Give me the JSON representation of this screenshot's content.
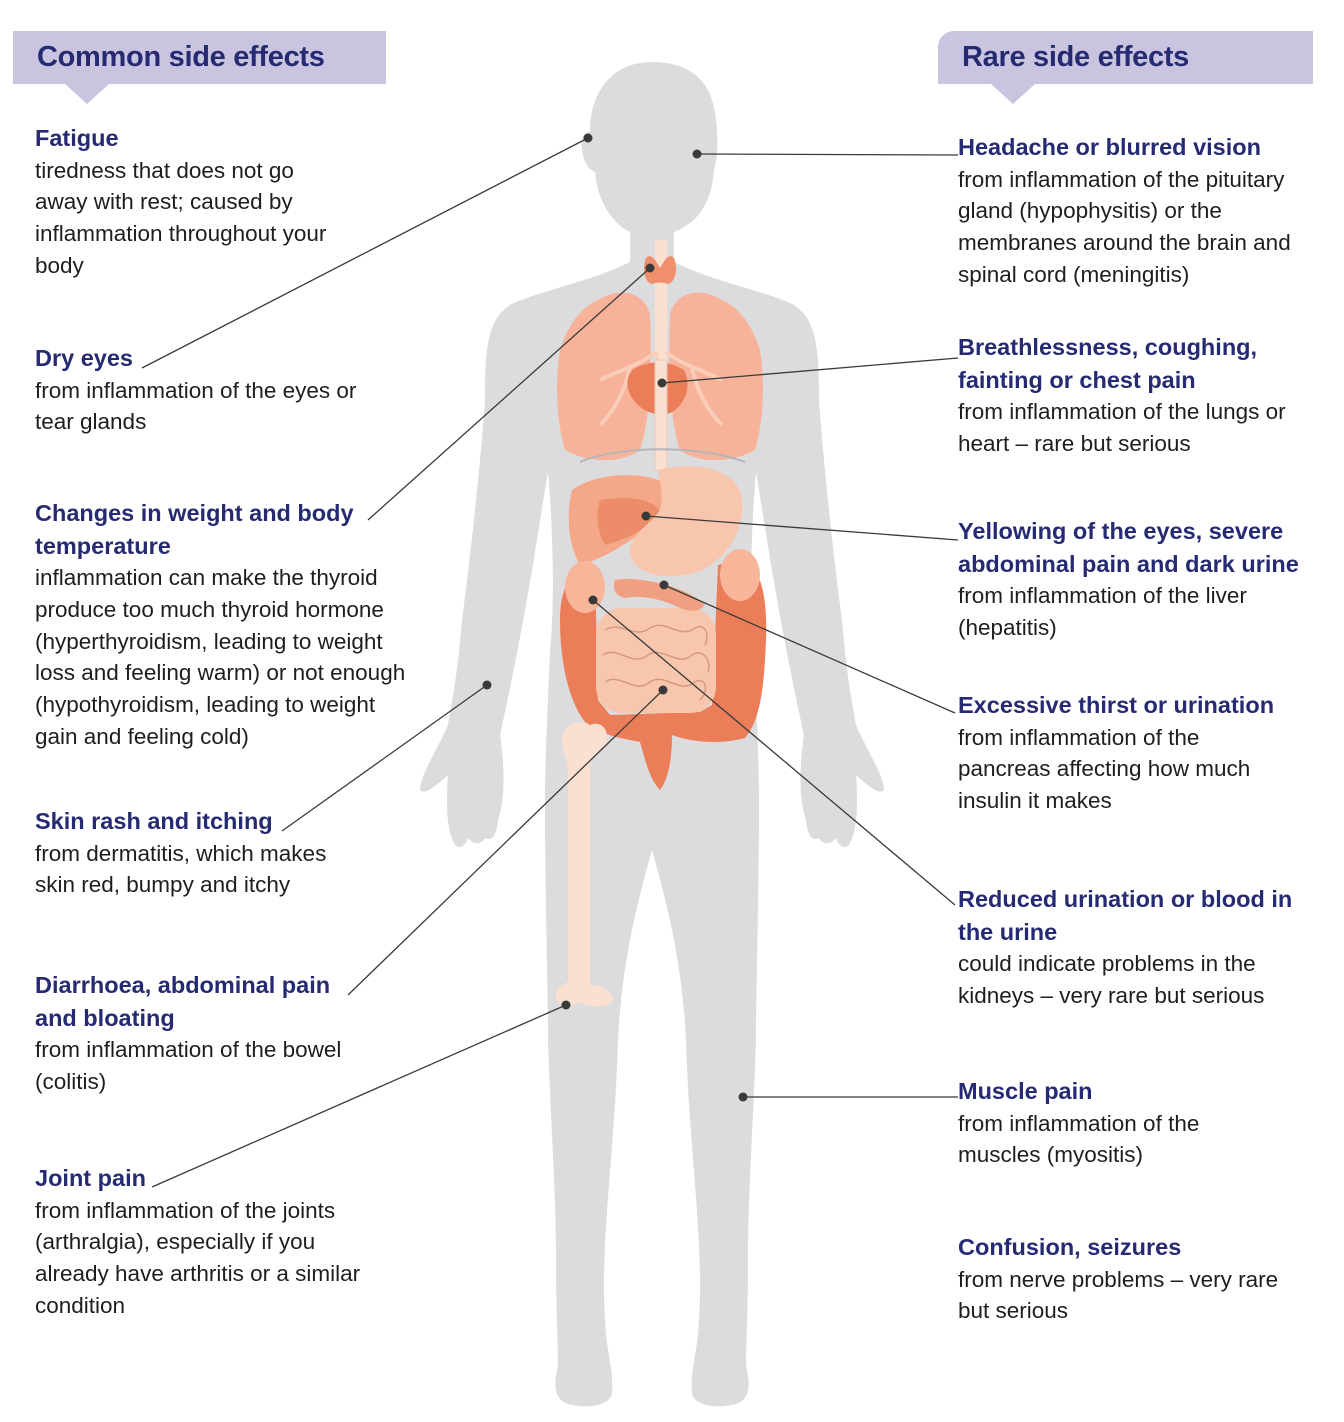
{
  "common_header": "Common side effects",
  "rare_header": "Rare side effects",
  "common_effects": [
    {
      "title": "Fatigue",
      "desc": "tiredness that does not go away with rest; caused by inflammation throughout your body"
    },
    {
      "title": "Dry eyes",
      "desc": "from inflammation of the eyes or tear glands"
    },
    {
      "title": "Changes in weight and body temperature",
      "desc": "inflammation can make the thyroid produce too much thyroid hormone (hyperthyroidism, leading to weight loss and feeling warm) or not enough (hypothyroidism, leading to weight gain and feeling cold)"
    },
    {
      "title": "Skin rash and itching",
      "desc": "from dermatitis, which makes skin red, bumpy and itchy"
    },
    {
      "title": "Diarrhoea, abdominal pain and bloating",
      "desc": "from inflammation of the bowel (colitis)"
    },
    {
      "title": "Joint pain",
      "desc": "from inflammation of the joints (arthralgia), especially if you already have arthritis or a similar condition"
    }
  ],
  "rare_effects": [
    {
      "title": "Headache or blurred vision",
      "desc": "from inflammation of the pituitary gland (hypophysitis) or the membranes around the brain and spinal cord (meningitis)"
    },
    {
      "title": "Breathlessness, coughing, fainting or chest pain",
      "desc": "from inflammation of the lungs or heart – rare but serious"
    },
    {
      "title": "Yellowing of the eyes, severe abdominal pain and dark urine",
      "desc": "from inflammation of the liver (hepatitis)"
    },
    {
      "title": "Excessive thirst or urination",
      "desc": "from inflammation of the pancreas affecting how much insulin it makes"
    },
    {
      "title": "Reduced urination or blood in the urine",
      "desc": "could indicate problems in the kidneys – very rare but serious"
    },
    {
      "title": "Muscle pain",
      "desc": "from inflammation of the muscles (myositis)"
    },
    {
      "title": "Confusion, seizures",
      "desc": "from nerve problems – very rare but serious"
    }
  ],
  "colors": {
    "body": "#dcdcde",
    "organ": "#f4a888",
    "organ_dark": "#ec7d59",
    "bone": "#fbe0d2",
    "heading": "#262a72",
    "tag": "#c9c5e0",
    "leader": "#3a3a3a"
  }
}
